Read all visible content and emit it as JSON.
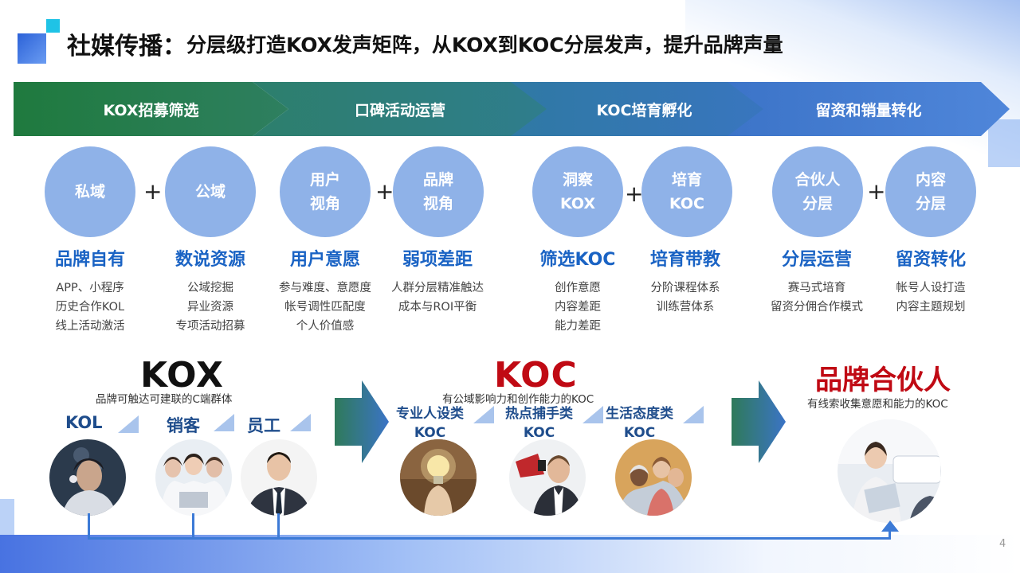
{
  "header": {
    "title_main": "社媒传播：",
    "title_sub": "分层级打造KOX发声矩阵，从KOX到KOC分层发声，提升品牌声量"
  },
  "stages": [
    {
      "label": "KOX招募筛选"
    },
    {
      "label": "口碑活动运营"
    },
    {
      "label": "KOC培育孵化"
    },
    {
      "label": "留资和销量转化"
    }
  ],
  "circles": [
    {
      "lines": [
        "私域"
      ]
    },
    {
      "lines": [
        "公域"
      ]
    },
    {
      "lines": [
        "用户",
        "视角"
      ]
    },
    {
      "lines": [
        "品牌",
        "视角"
      ]
    },
    {
      "lines": [
        "洞察",
        "KOX"
      ]
    },
    {
      "lines": [
        "培育",
        "KOC"
      ]
    },
    {
      "lines": [
        "合伙人",
        "分层"
      ]
    },
    {
      "lines": [
        "内容",
        "分层"
      ]
    }
  ],
  "plus_symbol": "+",
  "categories": [
    {
      "title": "品牌自有",
      "items": [
        "APP、小程序",
        "历史合作KOL",
        "线上活动激活"
      ]
    },
    {
      "title": "数说资源",
      "items": [
        "公域挖掘",
        "异业资源",
        "专项活动招募"
      ]
    },
    {
      "title": "用户意愿",
      "items": [
        "参与难度、意愿度",
        "帐号调性匹配度",
        "个人价值感"
      ]
    },
    {
      "title": "弱项差距",
      "items": [
        "人群分层精准触达",
        "成本与ROI平衡"
      ]
    },
    {
      "title": "筛选KOC",
      "items": [
        "创作意愿",
        "内容差距",
        "能力差距"
      ]
    },
    {
      "title": "培育带教",
      "items": [
        "分阶课程体系",
        "训练营体系"
      ]
    },
    {
      "title": "分层运营",
      "items": [
        "赛马式培育",
        "留资分佣合作模式"
      ]
    },
    {
      "title": "留资转化",
      "items": [
        "帐号人设打造",
        "内容主题规划"
      ]
    }
  ],
  "bottom": {
    "kox": {
      "title": "KOX",
      "subtitle": "品牌可触达可建联的C端群体",
      "roles": [
        "KOL",
        "销客",
        "员工"
      ]
    },
    "koc": {
      "title": "KOC",
      "subtitle": "有公域影响力和创作能力的KOC",
      "roles": [
        [
          "专业人设类",
          "KOC"
        ],
        [
          "热点捕手类",
          "KOC"
        ],
        [
          "生活态度类",
          "KOC"
        ]
      ]
    },
    "partner": {
      "title": "品牌合伙人",
      "subtitle": "有线索收集意愿和能力的KOC"
    }
  },
  "page_number": "4",
  "colors": {
    "accent_blue": "#1a63c4",
    "accent_red": "#c00a14",
    "circle_fill": "#8fb2e8"
  }
}
